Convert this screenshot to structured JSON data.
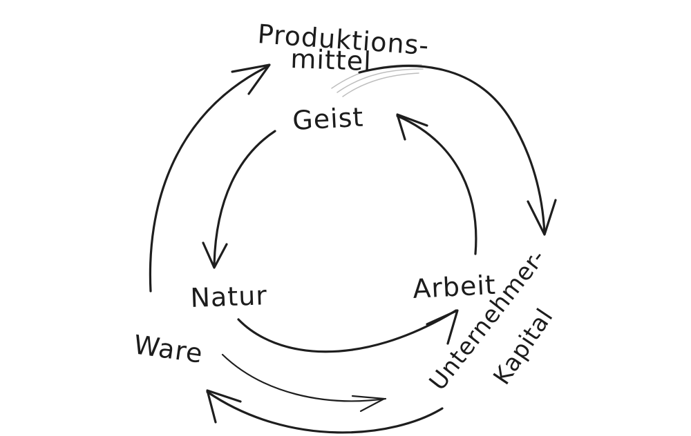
{
  "labels": {
    "produktions_line1": "Produktions-",
    "produktions_line2": "mittel",
    "geist": "Geist",
    "natur": "Natur",
    "arbeit": "Arbeit",
    "ware": "Ware",
    "unternehmer": "Unternehmer-",
    "kapital": "Kapital"
  },
  "colors": {
    "ink": "#1e1e1e",
    "paper": "#ffffff"
  }
}
